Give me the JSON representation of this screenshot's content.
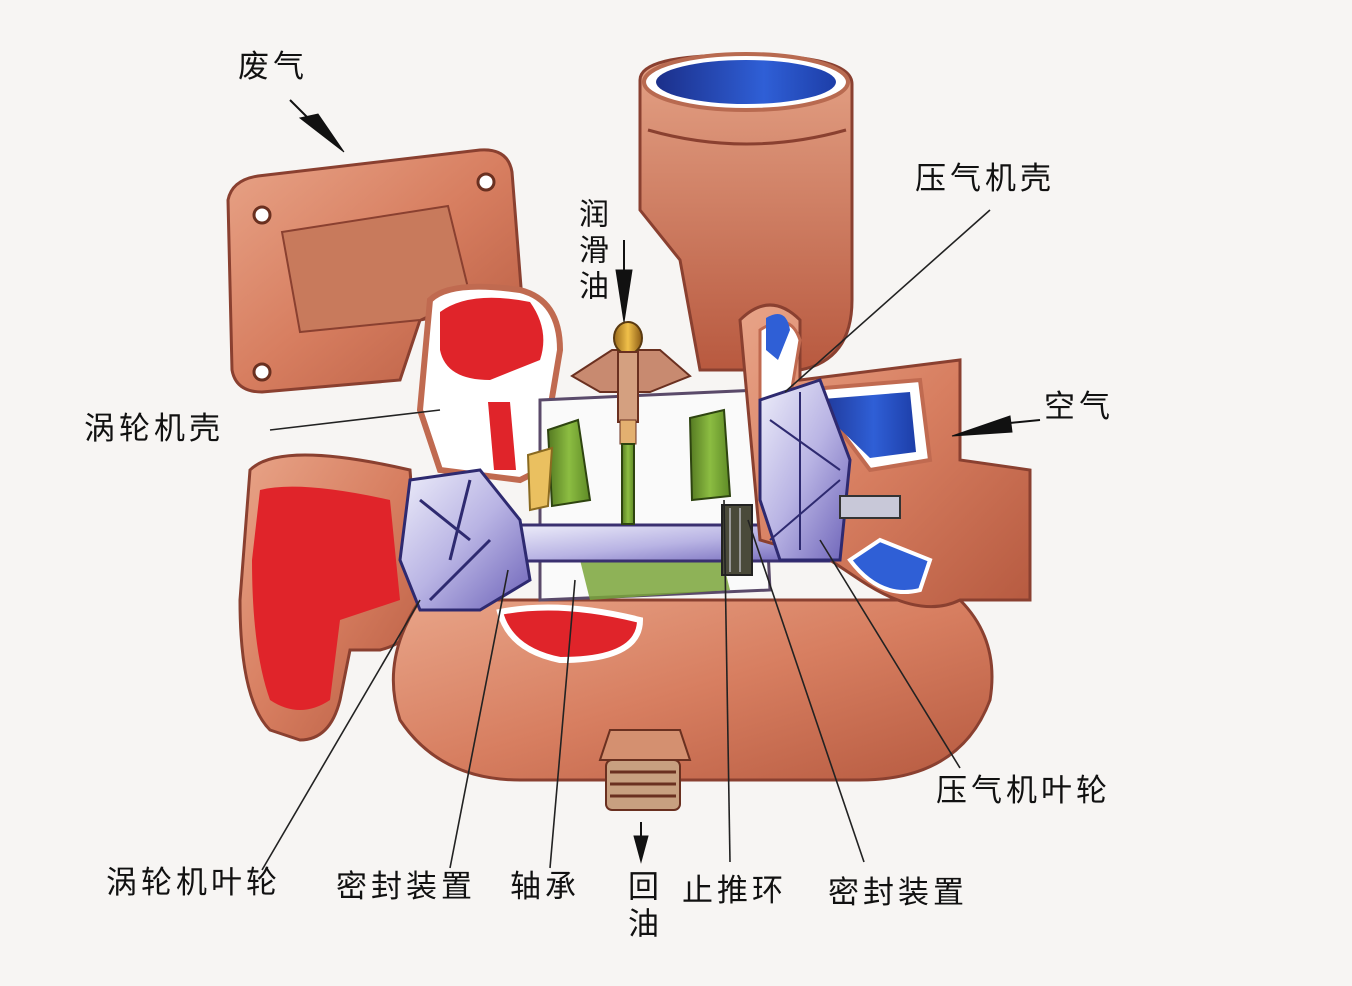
{
  "diagram": {
    "type": "cutaway-illustration",
    "subject": "涡轮增压器",
    "colors": {
      "background": "#f7f5f3",
      "housing": "#d9876a",
      "housing_dark": "#a8503a",
      "exhaust_red": "#e0242a",
      "intake_blue": "#1f4fc4",
      "bearing_green": "#7aa43a",
      "rotor_lavender": "#c8c4ea",
      "leader_line": "#222222"
    }
  },
  "labels": {
    "exhaust": "废气",
    "lubricating_oil": "润滑油",
    "compressor_housing": "压气机壳",
    "air": "空气",
    "turbine_housing": "涡轮机壳",
    "compressor_wheel": "压气机叶轮",
    "turbine_wheel": "涡轮机叶轮",
    "seal_left": "密封装置",
    "bearing": "轴承",
    "oil_return": "回油",
    "thrust_ring": "止推环",
    "seal_right": "密封装置"
  },
  "connections": [
    {
      "label": "废气",
      "kind": "arrow",
      "to": "exhaust outlet flange"
    },
    {
      "label": "润滑油",
      "kind": "arrow",
      "to": "oil inlet fitting"
    },
    {
      "label": "压气机壳",
      "kind": "leader",
      "to": "compressor housing"
    },
    {
      "label": "空气",
      "kind": "arrow",
      "to": "compressor air inlet"
    },
    {
      "label": "涡轮机壳",
      "kind": "leader",
      "to": "turbine housing"
    },
    {
      "label": "压气机叶轮",
      "kind": "leader",
      "to": "compressor wheel"
    },
    {
      "label": "涡轮机叶轮",
      "kind": "leader",
      "to": "turbine wheel"
    },
    {
      "label": "密封装置",
      "kind": "leader",
      "to": "turbine-side seal"
    },
    {
      "label": "轴承",
      "kind": "leader",
      "to": "shaft bearing"
    },
    {
      "label": "回油",
      "kind": "arrow",
      "to": "oil drain fitting"
    },
    {
      "label": "止推环",
      "kind": "leader",
      "to": "thrust ring"
    },
    {
      "label": "密封装置",
      "kind": "leader",
      "to": "compressor-side seal"
    }
  ]
}
